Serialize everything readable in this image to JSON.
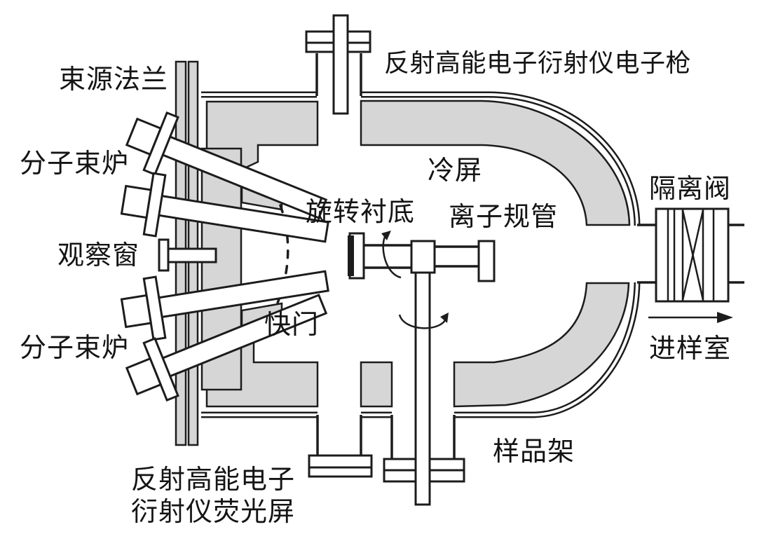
{
  "diagram": {
    "type": "schematic",
    "subject": "molecular-beam-epitaxy-vacuum-system",
    "labels": {
      "beam_source_flange": "束源法兰",
      "rheed_gun": "反射高能电子衍射仪电子枪",
      "mbe_cell_top": "分子束炉",
      "viewport": "观察窗",
      "mbe_cell_bottom": "分子束炉",
      "cold_shield": "冷屏",
      "rotating_substrate": "旋转衬底",
      "ion_gauge": "离子规管",
      "isolation_valve": "隔离阀",
      "shutter": "快门",
      "load_chamber": "进样室",
      "sample_holder": "样品架",
      "rheed_screen_line1": "反射高能电子",
      "rheed_screen_line2": "衍射仪荧光屏"
    },
    "colors": {
      "line": "#1c1c1c",
      "panel_gray": "#d6d6d6",
      "background": "#ffffff",
      "text": "#141414"
    }
  }
}
